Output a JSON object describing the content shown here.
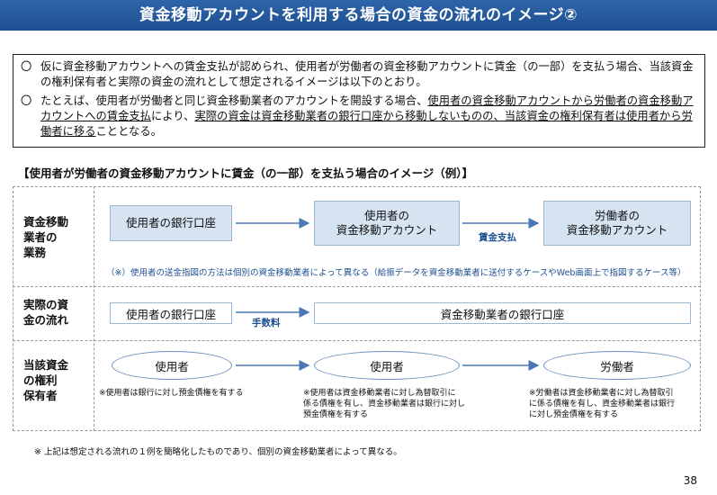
{
  "title": "資金移動アカウントを利用する場合の資金の流れのイメージ②",
  "intro": {
    "mark": "〇",
    "p1": "仮に資金移動アカウントへの賃金支払が認められ、使用者が労働者の資金移動アカウントに賃金（の一部）を支払う場合、当該資金の権利保有者と実際の資金の流れとして想定されるイメージは以下のとおり。",
    "p2_a": "たとえば、使用者が労働者と同じ資金移動業者のアカウントを開設する場合、",
    "p2_u1": "使用者の資金移動アカウントから労働者の資金移動アカウントへの賃金支払",
    "p2_b": "により、",
    "p2_u2": "実際の資金は資金移動業者の銀行口座から移動しないものの、当該資金の権利保有者は使用者から労働者に移る",
    "p2_c": "こととなる。"
  },
  "diagram_title": "【使用者が労働者の資金移動アカウントに賃金（の一部）を支払う場合のイメージ（例）】",
  "rows": {
    "business_label": "資金移動\n業者の\n業務",
    "flow_label": "実際の資\n金の流れ",
    "holder_label": "当該資金\nの権利\n保有者"
  },
  "business": {
    "box1": "使用者の銀行口座",
    "box2": "使用者の\n資金移動アカウント",
    "box3": "労働者の\n資金移動アカウント",
    "arrow_label": "賃金支払",
    "note": "（※）使用者の送金指図の方法は個別の資金移動業者によって異なる（給振データを資金移動業者に送付するケースやWeb画面上で指図するケース等）"
  },
  "flow": {
    "box1": "使用者の銀行口座",
    "arrow_label": "手数料",
    "box2": "資金移動業者の銀行口座"
  },
  "holder": {
    "e1": "使用者",
    "e2": "使用者",
    "e3": "労働者",
    "n1": "※使用者は銀行に対し預金債権を有する",
    "n2": "※使用者は資金移動業者に対し為替取引に\n係る債権を有し、資金移動業者は銀行に対し\n預金債権を有する",
    "n3": "※労働者は資金移動業者に対し為替取引\nに係る債権を有し、資金移動業者は銀行\nに対し預金債権を有する"
  },
  "footnote": "※ 上記は想定される流れの１例を簡略化したものであり、個別の資金移動業者によって異なる。",
  "page_number": "38"
}
